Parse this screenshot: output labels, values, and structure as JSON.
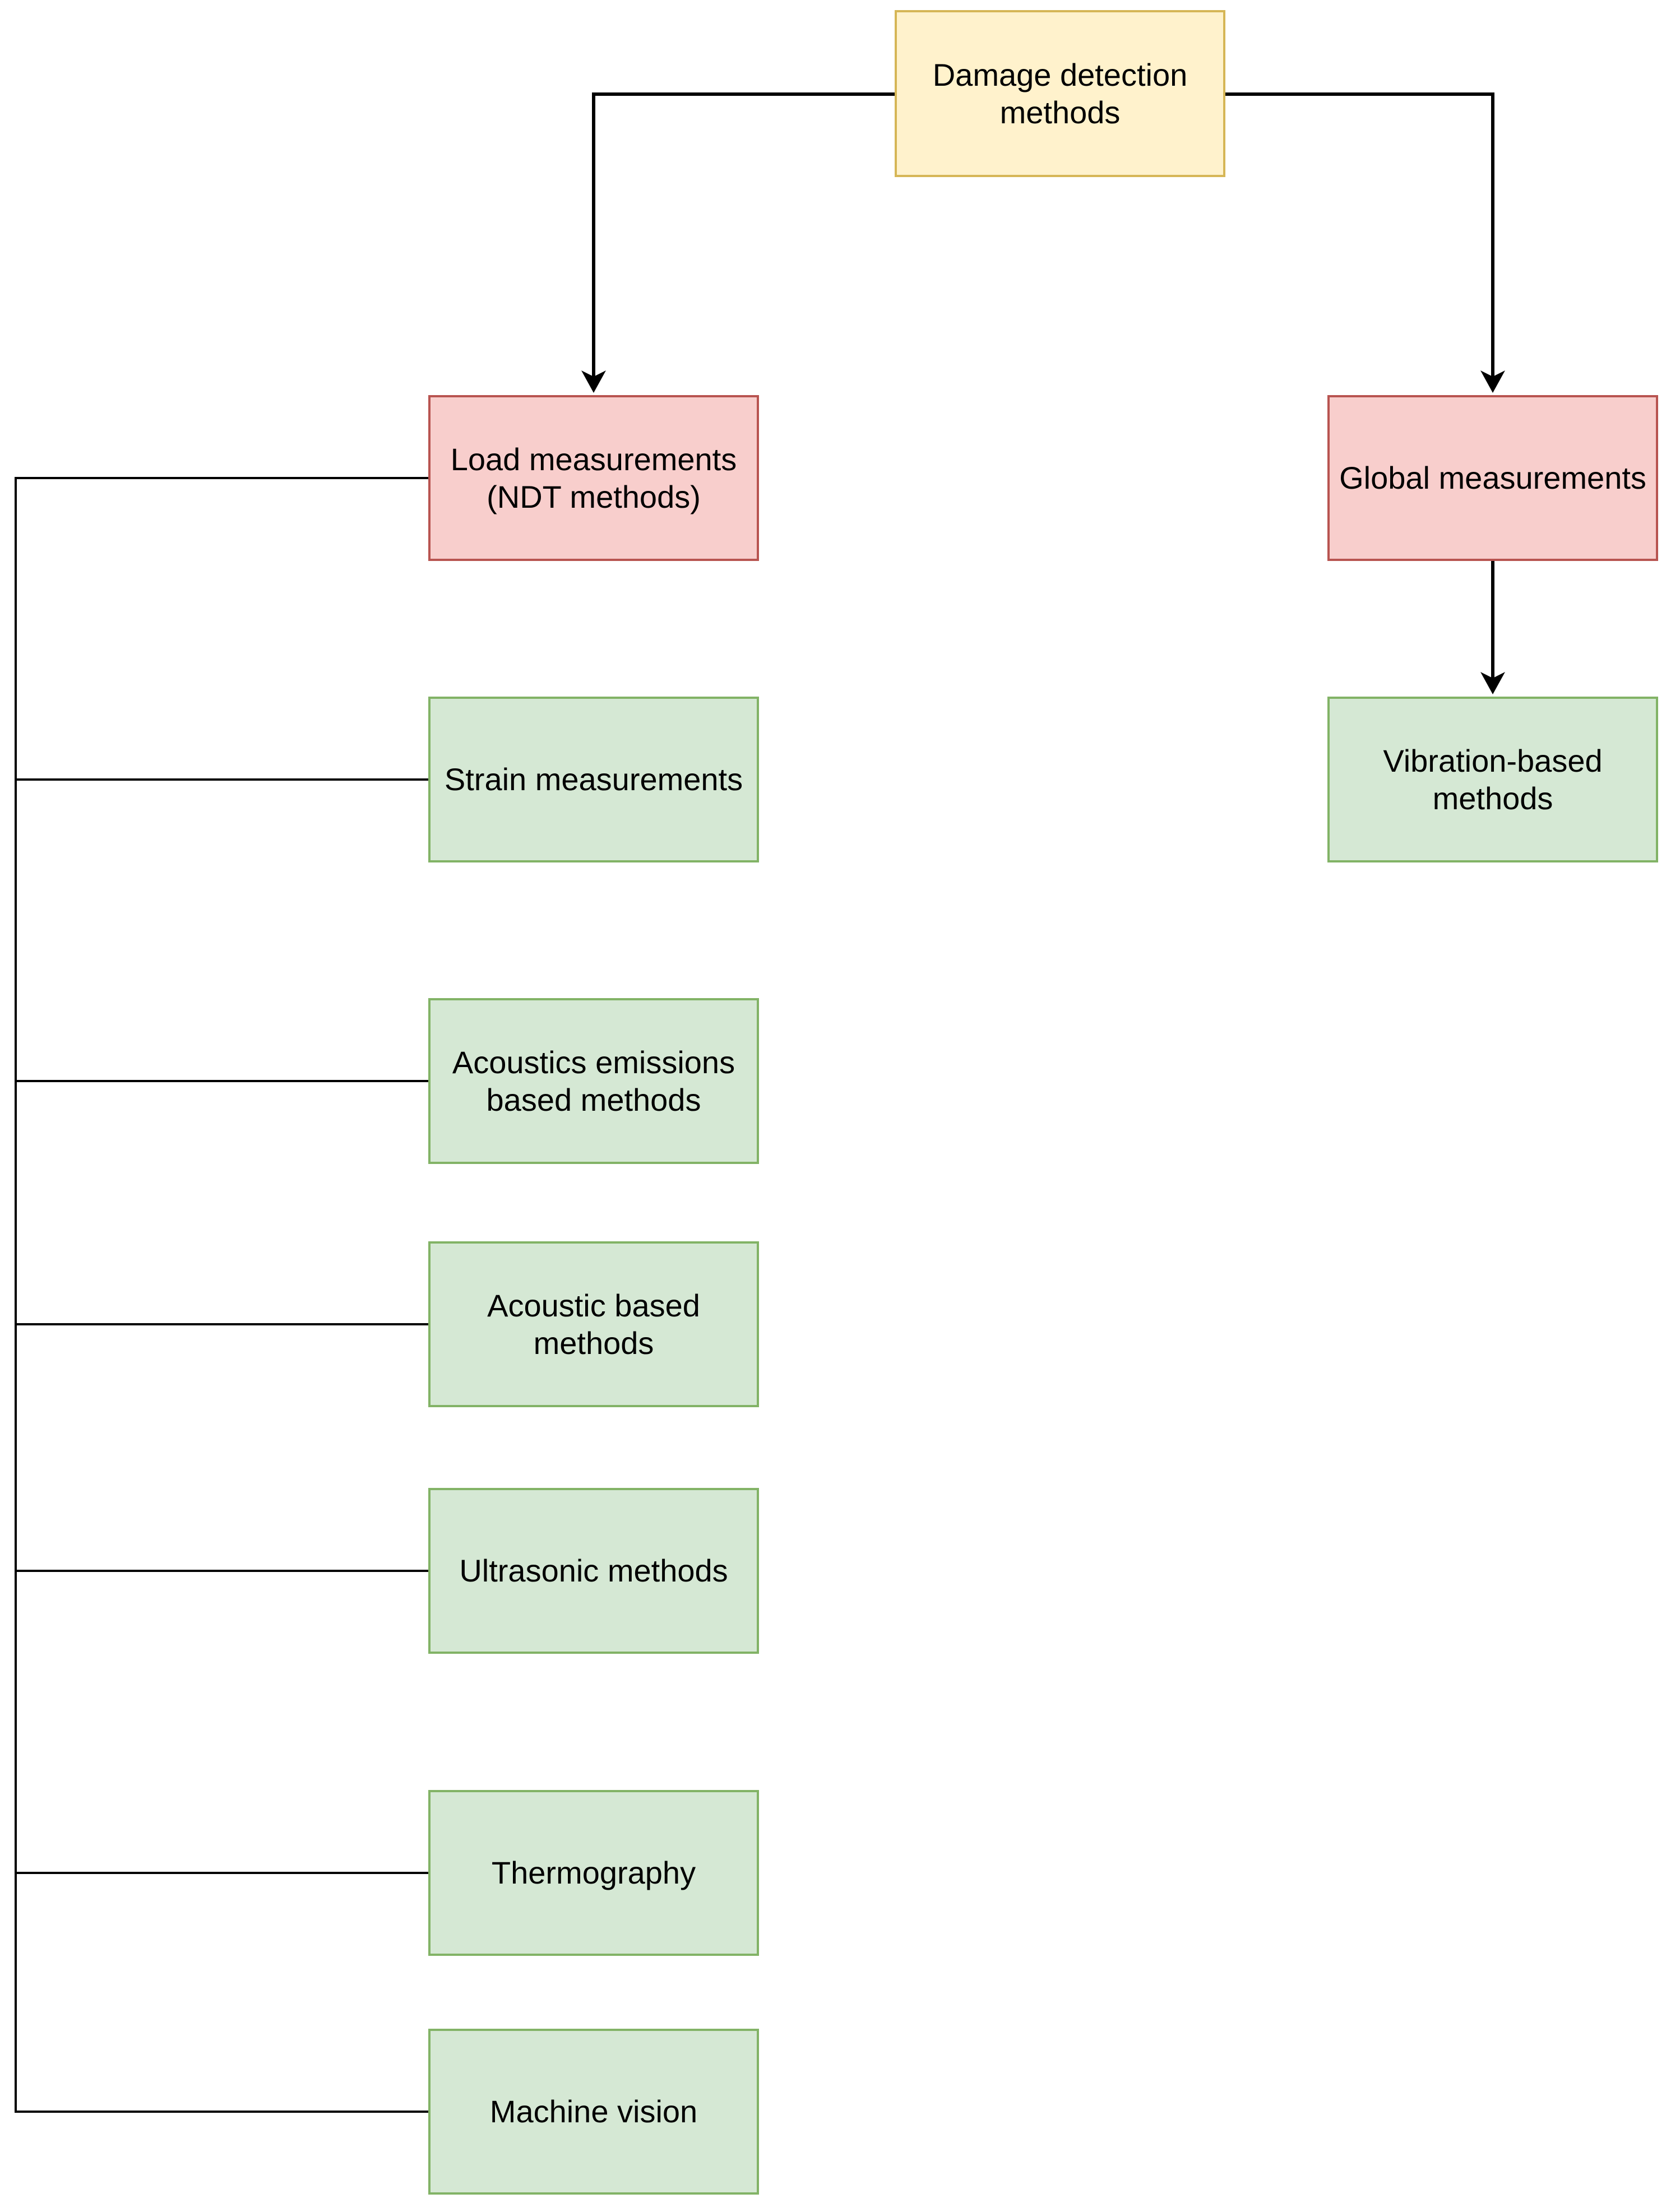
{
  "diagram_type": "flowchart",
  "background": "#ffffff",
  "connector_color": "#000000",
  "palette": {
    "root": {
      "fill": "#FFF2CC",
      "stroke": "#D6B656"
    },
    "category": {
      "fill": "#F8CECC",
      "stroke": "#B85450"
    },
    "method": {
      "fill": "#D5E8D4",
      "stroke": "#82B366"
    }
  },
  "nodes": [
    {
      "id": "root",
      "type": "root",
      "label": "Damage detection methods"
    },
    {
      "id": "load-measurements",
      "type": "category",
      "label": "Load measurements (NDT methods)"
    },
    {
      "id": "global-measurements",
      "type": "category",
      "label": "Global measurements"
    },
    {
      "id": "strain",
      "type": "method",
      "label": "Strain measurements"
    },
    {
      "id": "acoustic-emissions",
      "type": "method",
      "label": "Acoustics emissions based methods"
    },
    {
      "id": "acoustic-based",
      "type": "method",
      "label": "Acoustic based methods"
    },
    {
      "id": "ultrasonic",
      "type": "method",
      "label": "Ultrasonic methods"
    },
    {
      "id": "thermography",
      "type": "method",
      "label": "Thermography"
    },
    {
      "id": "machine-vision",
      "type": "method",
      "label": "Machine vision"
    },
    {
      "id": "vibration-based",
      "type": "method",
      "label": "Vibration-based methods"
    }
  ],
  "edges": [
    {
      "from": "root",
      "to": "load-measurements",
      "arrow": true
    },
    {
      "from": "root",
      "to": "global-measurements",
      "arrow": true
    },
    {
      "from": "global-measurements",
      "to": "vibration-based",
      "arrow": true
    },
    {
      "from": "load-measurements",
      "to": "strain",
      "arrow": false
    },
    {
      "from": "load-measurements",
      "to": "acoustic-emissions",
      "arrow": false
    },
    {
      "from": "load-measurements",
      "to": "acoustic-based",
      "arrow": false
    },
    {
      "from": "load-measurements",
      "to": "ultrasonic",
      "arrow": false
    },
    {
      "from": "load-measurements",
      "to": "thermography",
      "arrow": false
    },
    {
      "from": "load-measurements",
      "to": "machine-vision",
      "arrow": false
    }
  ]
}
